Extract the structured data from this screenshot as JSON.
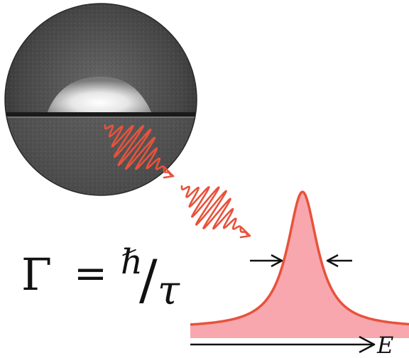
{
  "formula": {
    "lhs": "Γ",
    "equals": "=",
    "numerator": "ℏ",
    "slash": "/",
    "denominator": "τ"
  },
  "axis": {
    "label": "E"
  },
  "colors": {
    "wave": "#e8523c",
    "peak_fill": "#f7a7ad",
    "peak_stroke": "#e8523c",
    "ink": "#111111",
    "photo_dark": "#3c3c3c",
    "photo_light": "#e6e6e6"
  },
  "icons": {
    "photo": "droplet-on-interface-photo",
    "wave_packet": "squiggle-wave-packet",
    "arrow_in": "inward-arrow"
  }
}
